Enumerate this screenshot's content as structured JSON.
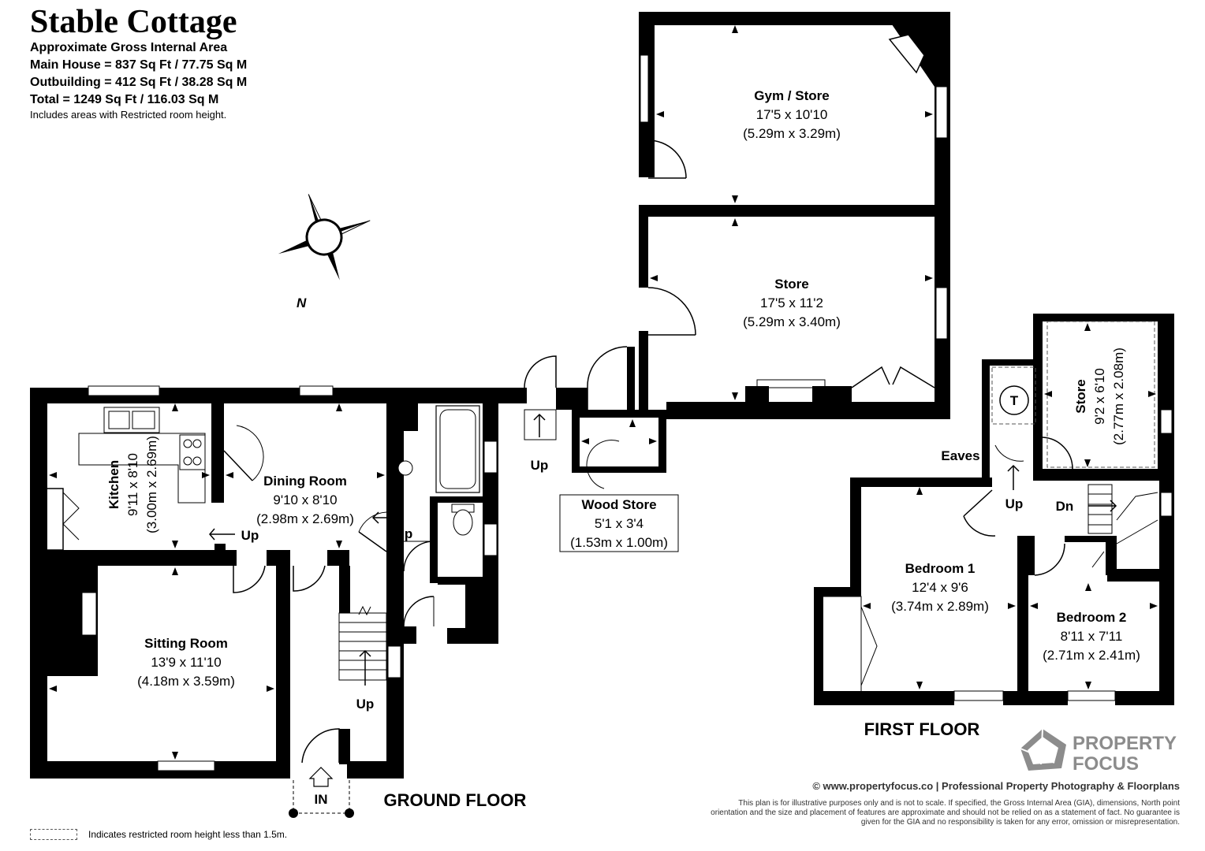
{
  "header": {
    "title": "Stable Cottage",
    "subtitle": "Approximate Gross Internal Area",
    "main_house": "Main House = 837 Sq Ft / 77.75 Sq M",
    "outbuilding": "Outbuilding = 412 Sq Ft / 38.28 Sq M",
    "total": "Total = 1249 Sq Ft / 116.03 Sq M",
    "note": "Includes areas with Restricted room height."
  },
  "compass": {
    "label": "N",
    "icon": "compass-rose-icon"
  },
  "rooms": {
    "gym": {
      "name": "Gym / Store",
      "imperial": "17'5 x 10'10",
      "metric": "(5.29m x 3.29m)"
    },
    "store_out": {
      "name": "Store",
      "imperial": "17'5 x 11'2",
      "metric": "(5.29m x 3.40m)"
    },
    "wood_store": {
      "name": "Wood Store",
      "imperial": "5'1 x 3'4",
      "metric": "(1.53m x 1.00m)"
    },
    "kitchen": {
      "name": "Kitchen",
      "imperial": "9'11 x 8'10",
      "metric": "(3.00m x 2.69m)"
    },
    "dining": {
      "name": "Dining Room",
      "imperial": "9'10 x 8'10",
      "metric": "(2.98m x 2.69m)"
    },
    "sitting": {
      "name": "Sitting Room",
      "imperial": "13'9 x 11'10",
      "metric": "(4.18m x 3.59m)"
    },
    "bedroom1": {
      "name": "Bedroom 1",
      "imperial": "12'4 x 9'6",
      "metric": "(3.74m x 2.89m)"
    },
    "bedroom2": {
      "name": "Bedroom 2",
      "imperial": "8'11 x 7'11",
      "metric": "(2.71m x 2.41m)"
    },
    "store_first": {
      "name": "Store",
      "imperial": "9'2 x 6'10",
      "metric": "(2.77m x 2.08m)"
    }
  },
  "labels": {
    "up": "Up",
    "dn": "Dn",
    "in": "IN",
    "eaves": "Eaves",
    "tank": "T",
    "ground_floor": "GROUND FLOOR",
    "first_floor": "FIRST FLOOR"
  },
  "brand": {
    "line1": "PROPERTY",
    "line2": "FOCUS",
    "color": "#8c8c8c",
    "credit": "© www.propertyfocus.co | Professional Property Photography & Floorplans",
    "disclaimer": "This plan is for illustrative purposes only and is not to scale. If specified, the Gross Internal Area (GIA), dimensions, North point orientation and the size and placement of features are approximate and should not be relied on as a statement of fact. No guarantee is given for the GIA and no responsibility is taken for any error, omission or misrepresentation."
  },
  "legend": {
    "text": "Indicates restricted room height less than 1.5m."
  }
}
